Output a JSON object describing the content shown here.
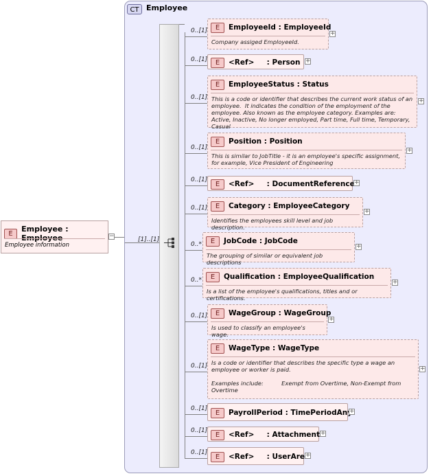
{
  "complex_type": {
    "badge": "CT",
    "name": "Employee"
  },
  "root_element": {
    "badge": "E",
    "name": "Employee : Employee",
    "doc": "Employee information",
    "cardinality": "[1]..[1]",
    "collapse_symbol": "−"
  },
  "sequence_icon": "sequence-compositor-icon",
  "elements": [
    {
      "mult": "0..[1]",
      "badge": "E",
      "name": "EmployeeId : EmployeeId",
      "doc": "Company assiged EmployeeId."
    },
    {
      "mult": "0..[1]",
      "badge": "E",
      "name": "<Ref>     : Person",
      "doc": ""
    },
    {
      "mult": "0..[1]",
      "badge": "E",
      "name": "EmployeeStatus : Status",
      "doc": "This is a code or identifier that describes the current work status of an employee.  It indicates the condition of the employment of the employee. Also known as the employee category. Examples are: Active, Inactive, No longer employed, Part time, Full time, Temporary, Casual"
    },
    {
      "mult": "0..[1]",
      "badge": "E",
      "name": "Position : Position",
      "doc": "This is similar to JobTitle - it is an employee's specific assignment, for example, Vice President of Engineering"
    },
    {
      "mult": "0..[1]",
      "badge": "E",
      "name": "<Ref>     : DocumentReferences",
      "doc": ""
    },
    {
      "mult": "0..[1]",
      "badge": "E",
      "name": "Category : EmployeeCategory",
      "doc": "Identifies the employees skill level and job description."
    },
    {
      "mult": "0..*",
      "badge": "E",
      "name": "JobCode : JobCode",
      "doc": "The grouping of similar or equivalent job descriptions"
    },
    {
      "mult": "0..*",
      "badge": "E",
      "name": "Qualification : EmployeeQualification",
      "doc": "Is a list of the employee's qualifications, titles and or certifications."
    },
    {
      "mult": "0..[1]",
      "badge": "E",
      "name": "WageGroup : WageGroup",
      "doc": "Is used to classify an employee's wage."
    },
    {
      "mult": "0..[1]",
      "badge": "E",
      "name": "WageType : WageType",
      "doc": "Is a code or identifier that describes the specific type a wage an employee or worker is paid.\n\nExamples include:          Exempt from Overtime, Non-Exempt from Overtime"
    },
    {
      "mult": "0..[1]",
      "badge": "E",
      "name": "PayrollPeriod : TimePeriodAny",
      "doc": ""
    },
    {
      "mult": "0..[1]",
      "badge": "E",
      "name": "<Ref>     : Attachments",
      "doc": ""
    },
    {
      "mult": "0..[1]",
      "badge": "E",
      "name": "<Ref>     : UserArea",
      "doc": ""
    }
  ],
  "expand_symbol": "+"
}
